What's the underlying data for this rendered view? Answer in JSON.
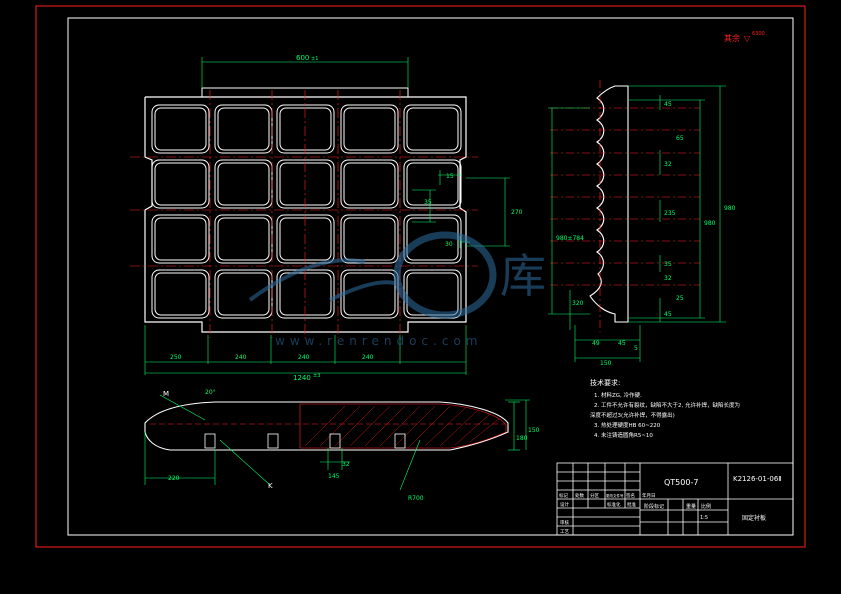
{
  "drawing": {
    "roughness_mark": "其余",
    "roughness_symbol": "▽",
    "roughness_value": "6300",
    "dims_front": {
      "top_width": "600",
      "top_tol": "±1",
      "seg_1": "250",
      "seg_2": "240",
      "seg_3": "240",
      "seg_4": "240",
      "overall": "1240",
      "overall_tol": "±3",
      "hole_w": "15",
      "hole_h": "35",
      "pitch": "270",
      "slot": "30"
    },
    "dims_side": {
      "t1": "45",
      "t2": "32",
      "t3": "235",
      "t4": "35",
      "t5": "32",
      "t6": "45",
      "t7": "65",
      "t8": "25",
      "total_1": "980",
      "total_2": "980",
      "inner_1": "980±784",
      "inner_2": "320",
      "bottom_1": "49",
      "bottom_2": "45",
      "bottom_3": "5",
      "bottom_4": "150"
    },
    "dims_section": {
      "m_label": "M",
      "angle": "20°",
      "k_label": "K",
      "left_dim": "220",
      "mid_dim": "32",
      "mid_dim2": "145",
      "height_1": "180",
      "height_2": "150",
      "radius": "R700"
    },
    "notes": {
      "title": "技术要求:",
      "items": [
        "1. 材料ZG, 冷作硬.",
        "2. 工件不允许有裂纹，缺陷不大于2, 允许补焊，缺陷长度为",
        "   深度不超过3(允许补焊，不得露出)",
        "3. 热处理硬度HB 60~220",
        "4. 未注铸造圆角R5~10"
      ]
    },
    "title_block": {
      "material": "QT500-7",
      "drawing_no": "K2126-01-06Ⅱ",
      "part_name": "固定衬板",
      "scale_label": "比例",
      "weight_label": "重量",
      "stage_label": "阶段标记",
      "qty": "1:5",
      "row_labels": [
        "标记",
        "处数",
        "分区",
        "更改文件号",
        "签名",
        "年月日"
      ],
      "design": "设计",
      "standard": "标准化",
      "process": "工艺",
      "audit": "审核",
      "approve": "批准"
    },
    "watermark": {
      "brand": "库",
      "url": "www.renrendoc.com"
    }
  }
}
